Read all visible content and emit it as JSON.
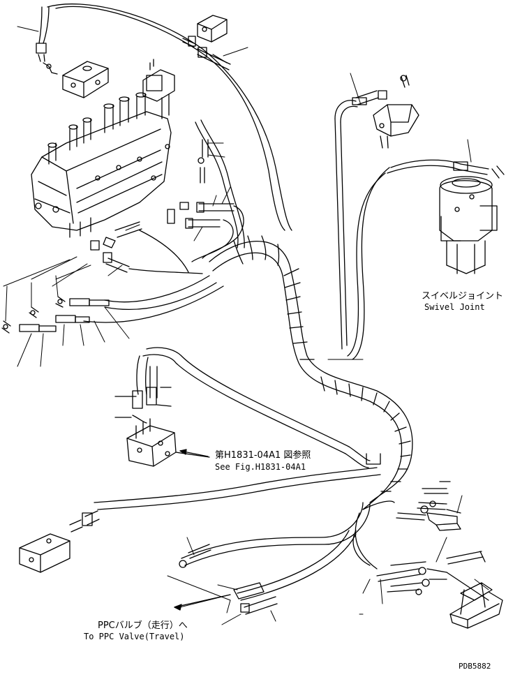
{
  "labels": {
    "swivel_jp": "スイベルジョイント",
    "swivel_en": "Swivel Joint",
    "see_fig_jp": "第H1831-04A1 図参照",
    "see_fig_en": "See Fig.H1831-04A1",
    "ppc_jp": "PPCバルブ（走行）へ",
    "ppc_en": "To PPC Valve(Travel)",
    "drawing_code": "PDB5882"
  }
}
